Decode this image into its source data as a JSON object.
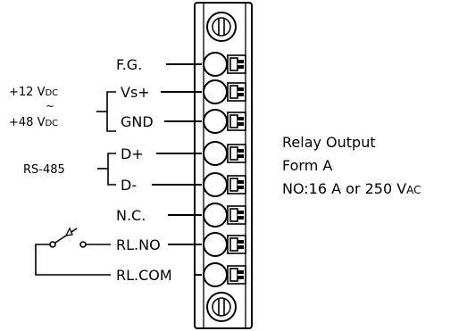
{
  "pins": [
    {
      "label": "F.G."
    },
    {
      "label": "Vs+"
    },
    {
      "label": "GND"
    },
    {
      "label": "D+"
    },
    {
      "label": "D-"
    },
    {
      "label": "N.C."
    },
    {
      "label": "RL.NO"
    },
    {
      "label": "RL.COM"
    }
  ],
  "power_range": {
    "top": "+12 V",
    "top_unit": "DC",
    "tilde": "~",
    "bottom": "+48 V",
    "bottom_unit": "DC"
  },
  "bus_label": "RS-485",
  "relay_output": {
    "line1": "Relay Output",
    "line2": "Form A",
    "line3_prefix": "NO:16 A or 250 V",
    "line3_unit": "AC"
  }
}
